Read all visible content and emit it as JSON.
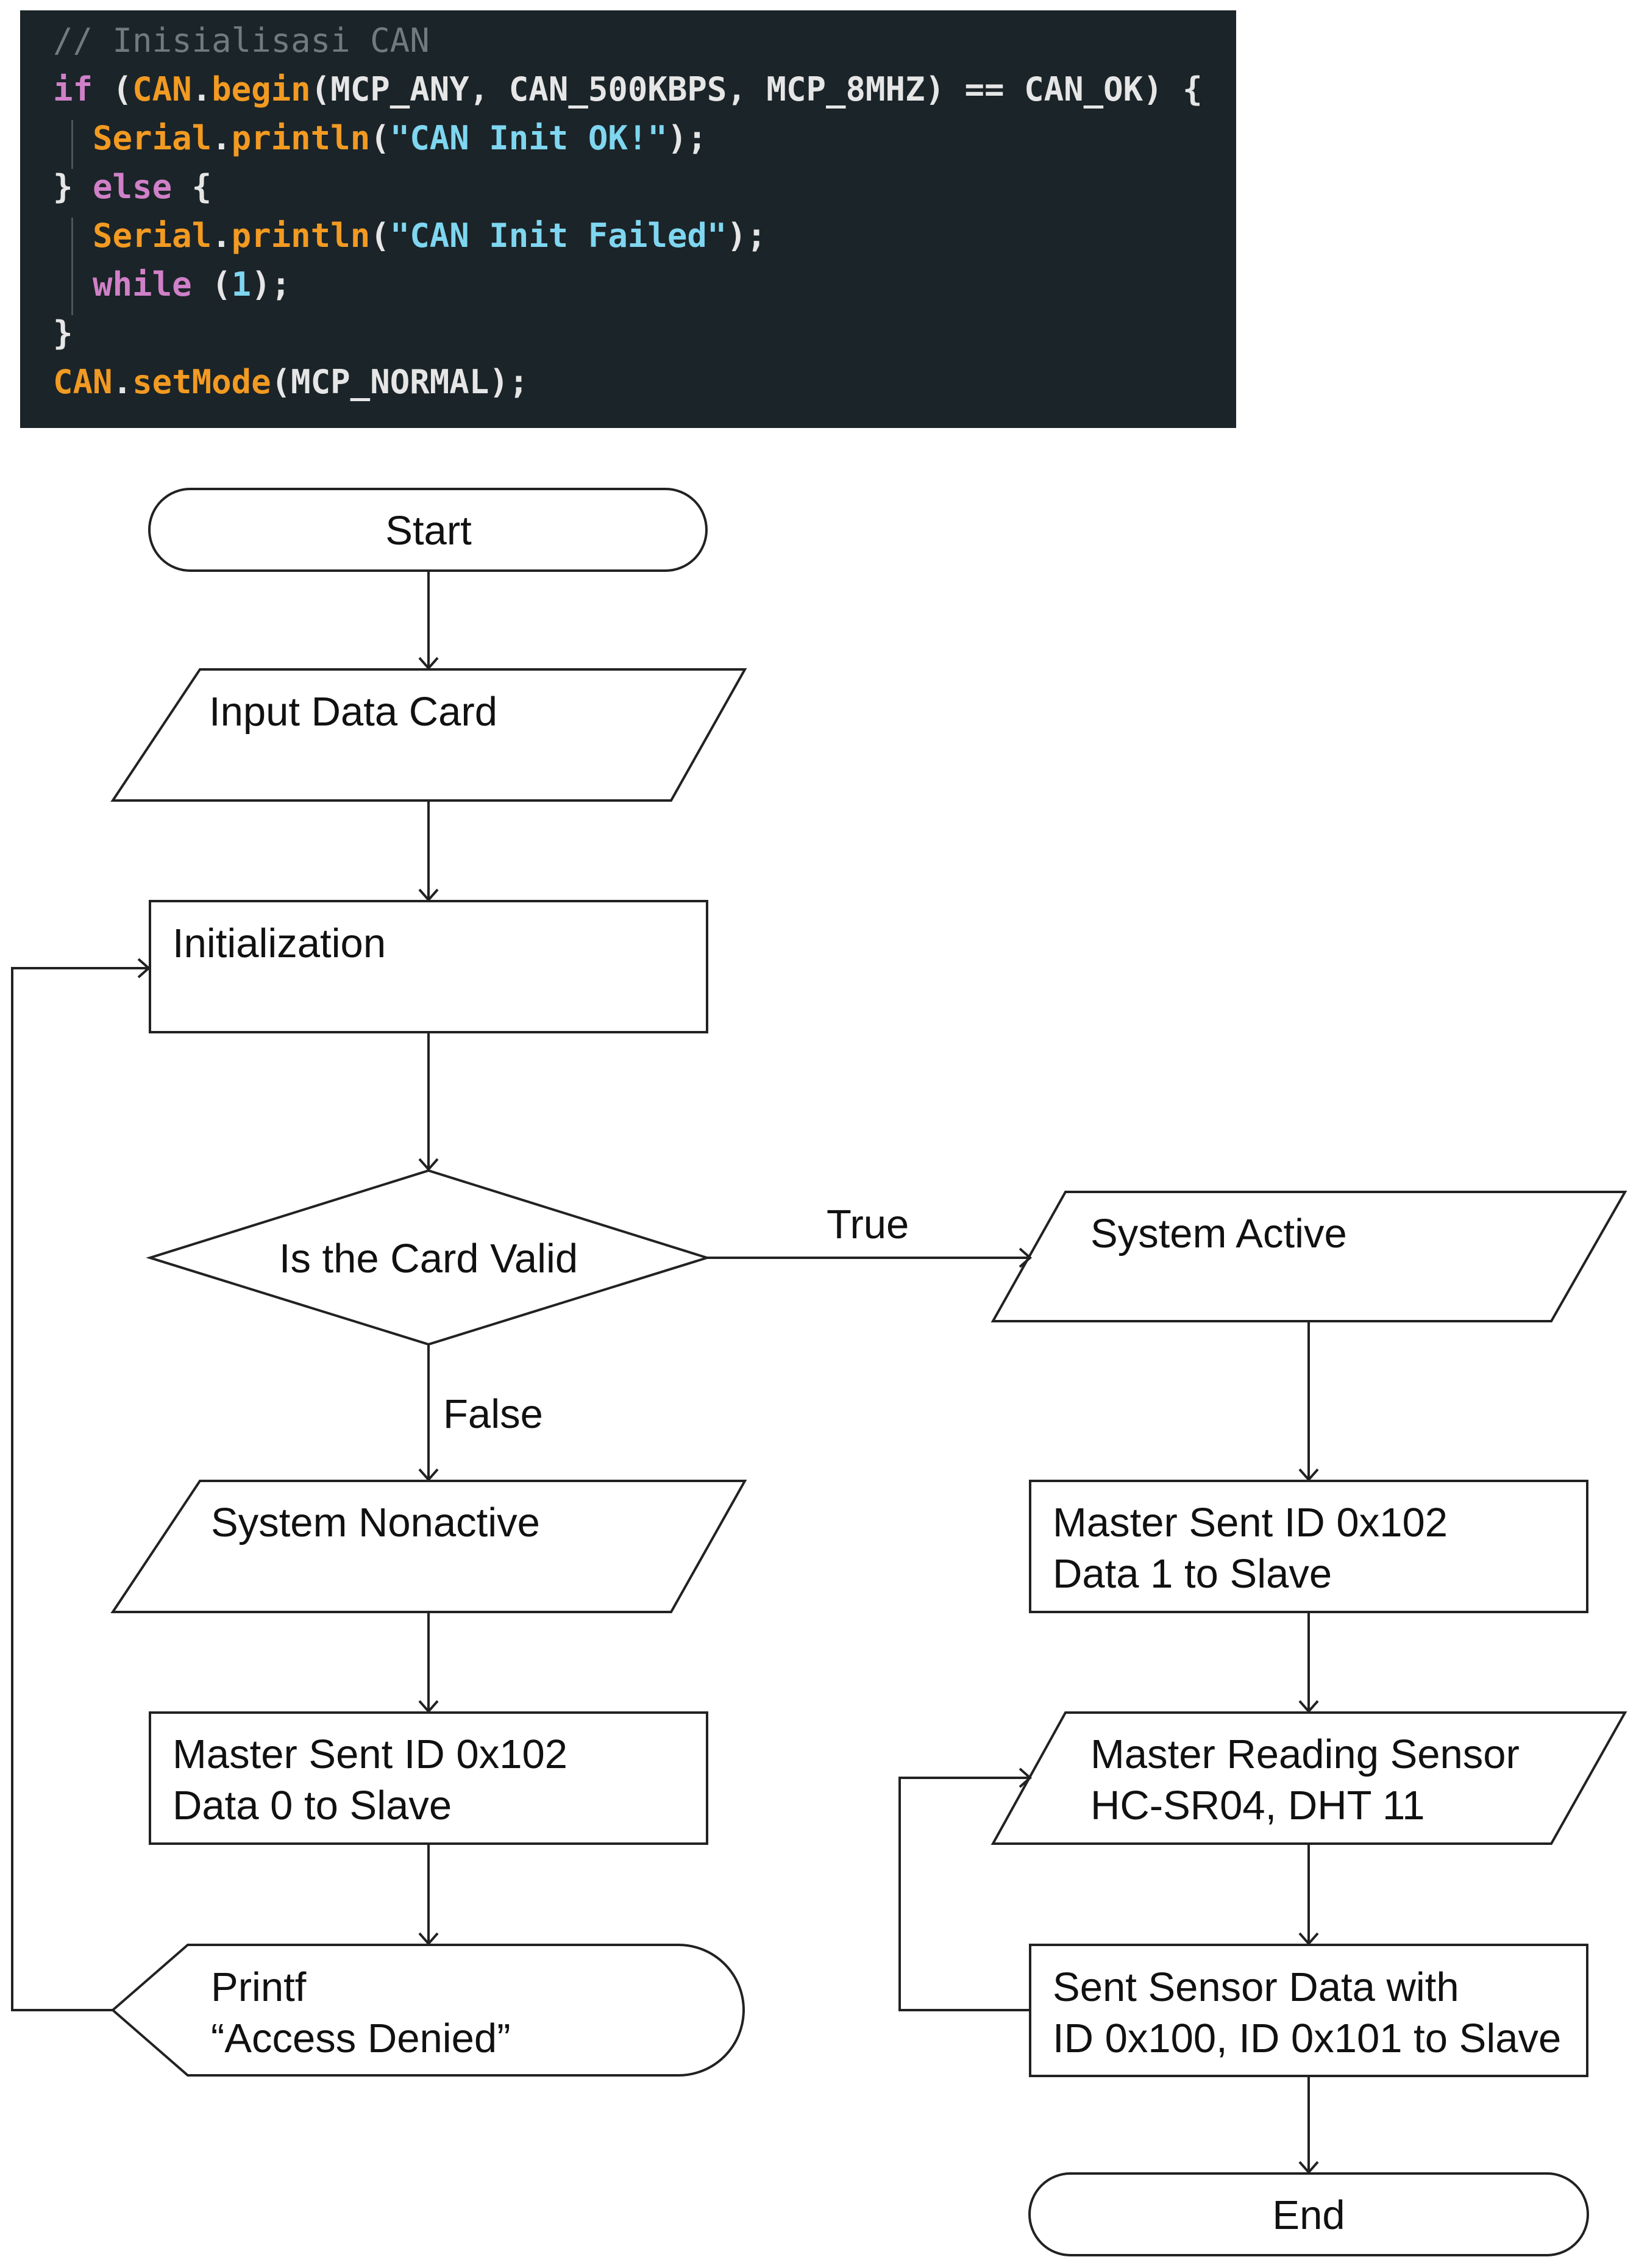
{
  "code": {
    "colors": {
      "background": "#1b2428",
      "comment": "#6f7b80",
      "keyword": "#d080c8",
      "object": "#f29a22",
      "method": "#f29a22",
      "ident": "#e6e6e6",
      "string": "#7fd6f0",
      "number": "#7fd6f0"
    },
    "lines": [
      {
        "tokens": [
          {
            "t": "// Inisialisasi CAN",
            "c": "comment"
          }
        ]
      },
      {
        "tokens": [
          {
            "t": "if",
            "c": "keyword"
          },
          {
            "t": " (",
            "c": "ident"
          },
          {
            "t": "CAN",
            "c": "object"
          },
          {
            "t": ".",
            "c": "ident"
          },
          {
            "t": "begin",
            "c": "method"
          },
          {
            "t": "(MCP_ANY, CAN_500KBPS, MCP_8MHZ) == CAN_OK) {",
            "c": "ident"
          }
        ]
      },
      {
        "tokens": [
          {
            "t": "  ",
            "c": "ident"
          },
          {
            "t": "Serial",
            "c": "object"
          },
          {
            "t": ".",
            "c": "ident"
          },
          {
            "t": "println",
            "c": "method"
          },
          {
            "t": "(",
            "c": "ident"
          },
          {
            "t": "\"CAN Init OK!\"",
            "c": "string"
          },
          {
            "t": ");",
            "c": "ident"
          }
        ]
      },
      {
        "tokens": [
          {
            "t": "} ",
            "c": "ident"
          },
          {
            "t": "else",
            "c": "keyword"
          },
          {
            "t": " {",
            "c": "ident"
          }
        ]
      },
      {
        "tokens": [
          {
            "t": "  ",
            "c": "ident"
          },
          {
            "t": "Serial",
            "c": "object"
          },
          {
            "t": ".",
            "c": "ident"
          },
          {
            "t": "println",
            "c": "method"
          },
          {
            "t": "(",
            "c": "ident"
          },
          {
            "t": "\"CAN Init Failed\"",
            "c": "string"
          },
          {
            "t": ");",
            "c": "ident"
          }
        ]
      },
      {
        "tokens": [
          {
            "t": "  ",
            "c": "ident"
          },
          {
            "t": "while",
            "c": "keyword"
          },
          {
            "t": " (",
            "c": "ident"
          },
          {
            "t": "1",
            "c": "number"
          },
          {
            "t": ");",
            "c": "ident"
          }
        ]
      },
      {
        "tokens": [
          {
            "t": "}",
            "c": "ident"
          }
        ]
      },
      {
        "tokens": [
          {
            "t": "CAN",
            "c": "object"
          },
          {
            "t": ".",
            "c": "ident"
          },
          {
            "t": "setMode",
            "c": "method"
          },
          {
            "t": "(MCP_NORMAL);",
            "c": "ident"
          }
        ]
      }
    ]
  },
  "flowchart": {
    "nodes": {
      "start": [
        "Start"
      ],
      "input_card": [
        "Input Data Card"
      ],
      "initialization": [
        "Initialization"
      ],
      "decision": [
        "Is the Card Valid"
      ],
      "system_nonactive": [
        "System Nonactive"
      ],
      "master_sent_0": [
        "Master Sent ID 0x102",
        "Data 0 to Slave"
      ],
      "printf_denied": [
        "Printf",
        "“Access Denied”"
      ],
      "system_active": [
        "System Active"
      ],
      "master_sent_1": [
        "Master Sent ID 0x102",
        "Data 1 to Slave"
      ],
      "reading_sensor": [
        "Master Reading Sensor",
        "HC-SR04, DHT 11"
      ],
      "sent_sensor_data": [
        "Sent Sensor Data with",
        "ID 0x100, ID 0x101 to Slave"
      ],
      "end": [
        "End"
      ]
    },
    "edge_labels": {
      "true": "True",
      "false": "False"
    }
  }
}
